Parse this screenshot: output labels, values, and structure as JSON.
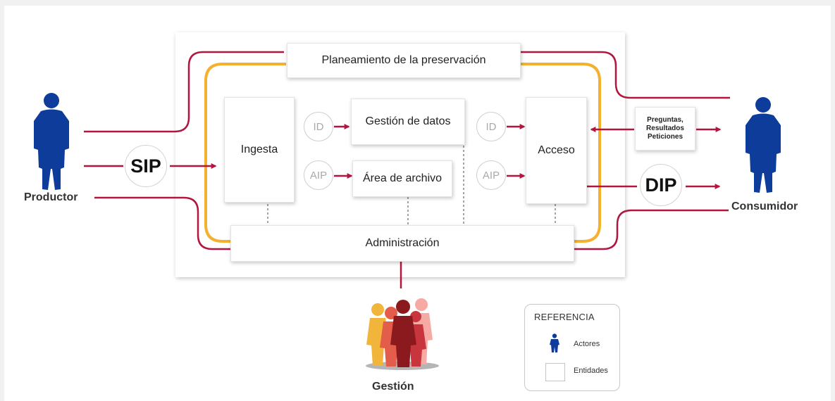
{
  "colors": {
    "crimson": "#b2163e",
    "yellow": "#f3b12f",
    "actor_blue": "#0d3c9a",
    "circle_text_gray": "#a9a9a9"
  },
  "entities": {
    "planning": "Planeamiento de la preservación",
    "ingest": "Ingesta",
    "data_management": "Gestión de datos",
    "archival_storage": "Área de archivo",
    "access": "Acceso",
    "administration": "Administración"
  },
  "packages": {
    "sip": "SIP",
    "dip": "DIP",
    "id_1": "ID",
    "id_2": "ID",
    "aip_1": "AIP",
    "aip_2": "AIP"
  },
  "queries_box": {
    "line1": "Preguntas,",
    "line2": "Resultados",
    "line3": "Peticiones"
  },
  "actors": {
    "producer": "Productor",
    "consumer": "Consumidor",
    "management": "Gestión",
    "icon": "person-silhouette-icon",
    "group_icon": "people-group-icon"
  },
  "legend": {
    "title": "REFERENCIA",
    "actors": "Actores",
    "entities": "Entidades"
  }
}
